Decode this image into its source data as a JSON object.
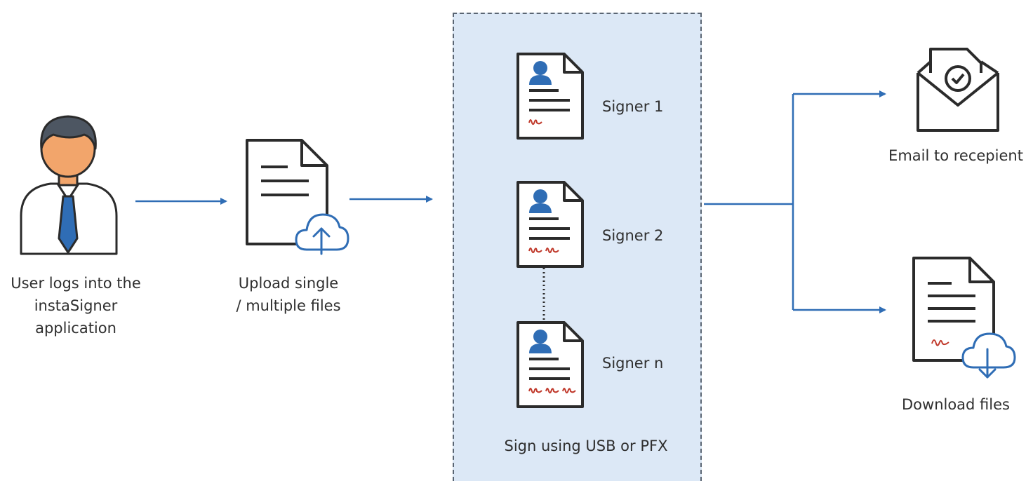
{
  "steps": {
    "login": {
      "label": [
        "User logs into the",
        "instaSigner",
        "application"
      ]
    },
    "upload": {
      "label": [
        "Upload single",
        "/ multiple files"
      ]
    },
    "sign": {
      "caption": "Sign using USB or PFX",
      "signers": [
        {
          "label": "Signer 1",
          "signatures": 1
        },
        {
          "label": "Signer 2",
          "signatures": 2
        },
        {
          "label": "Signer n",
          "signatures": 3
        }
      ]
    },
    "outputs": {
      "email": {
        "label": "Email to recepient"
      },
      "download": {
        "label": "Download files"
      }
    }
  },
  "colors": {
    "accent": "#2f6db5",
    "icon_stroke": "#2b2b2b",
    "zone_fill": "#dce8f6",
    "signature_red": "#c0392b",
    "skin": "#f2a56b",
    "hair": "#4d5662"
  }
}
